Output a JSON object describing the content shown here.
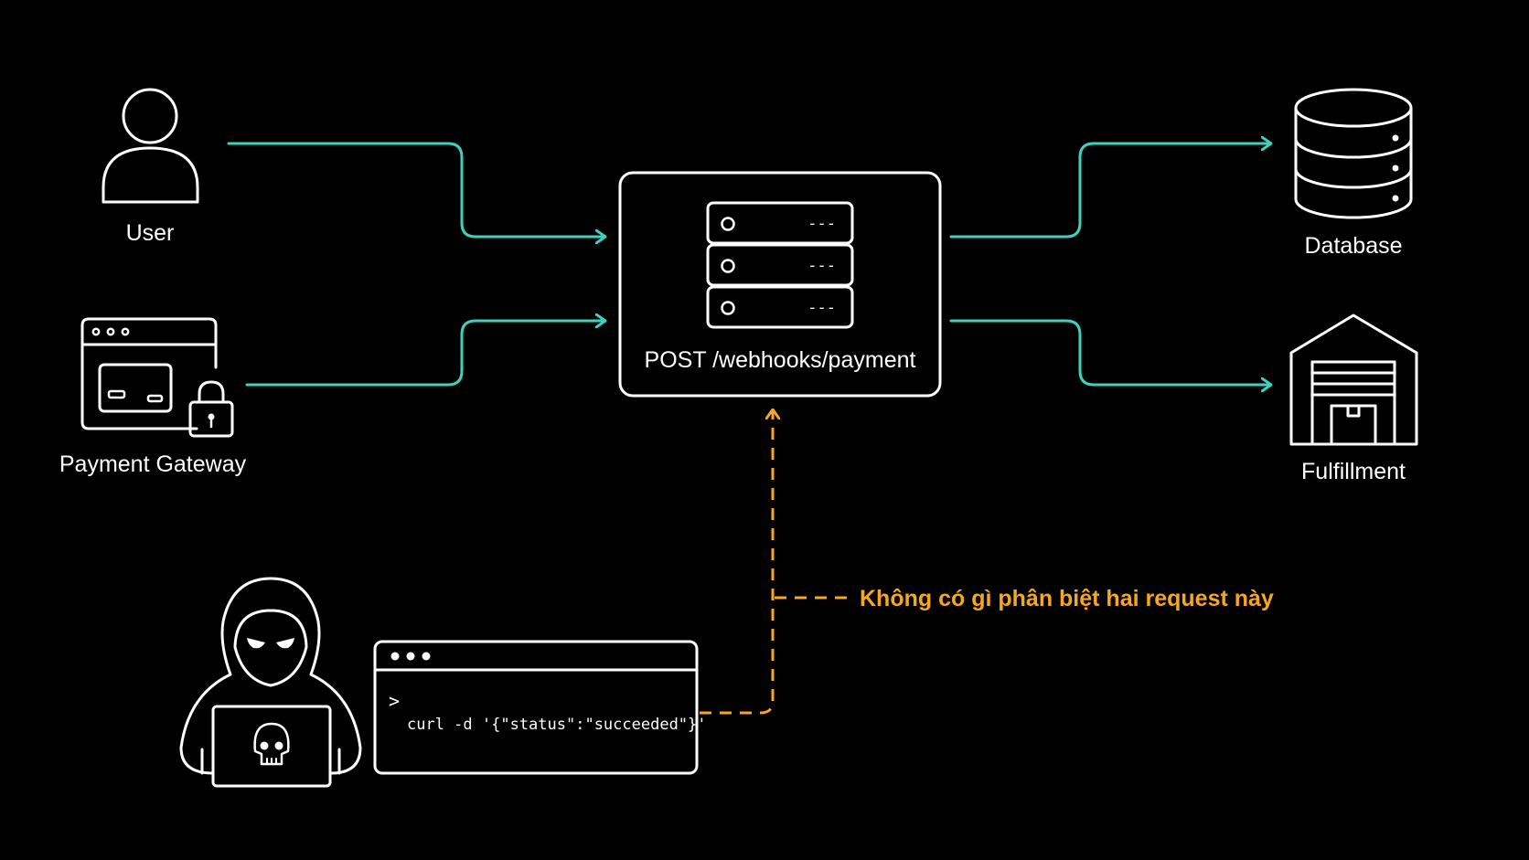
{
  "colors": {
    "background": "#000000",
    "foreground": "#ffffff",
    "flow": "#3fd1bf",
    "warning": "#f5a623"
  },
  "nodes": {
    "user": {
      "label": "User",
      "icon": "user-icon"
    },
    "payment_gateway": {
      "label": "Payment Gateway",
      "icon": "payment-gateway-icon"
    },
    "endpoint": {
      "label": "POST /webhooks/payment",
      "icon": "server-rack-icon",
      "server_slot_text": "---"
    },
    "database": {
      "label": "Database",
      "icon": "database-icon"
    },
    "fulfillment": {
      "label": "Fulfillment",
      "icon": "warehouse-icon"
    },
    "attacker": {
      "icon": "hooded-hacker-icon"
    }
  },
  "terminal": {
    "prompt": ">",
    "command": "curl -d '{\"status\":\"succeeded\"}'"
  },
  "annotation": {
    "text": "Không có gì phân biệt hai request này"
  }
}
